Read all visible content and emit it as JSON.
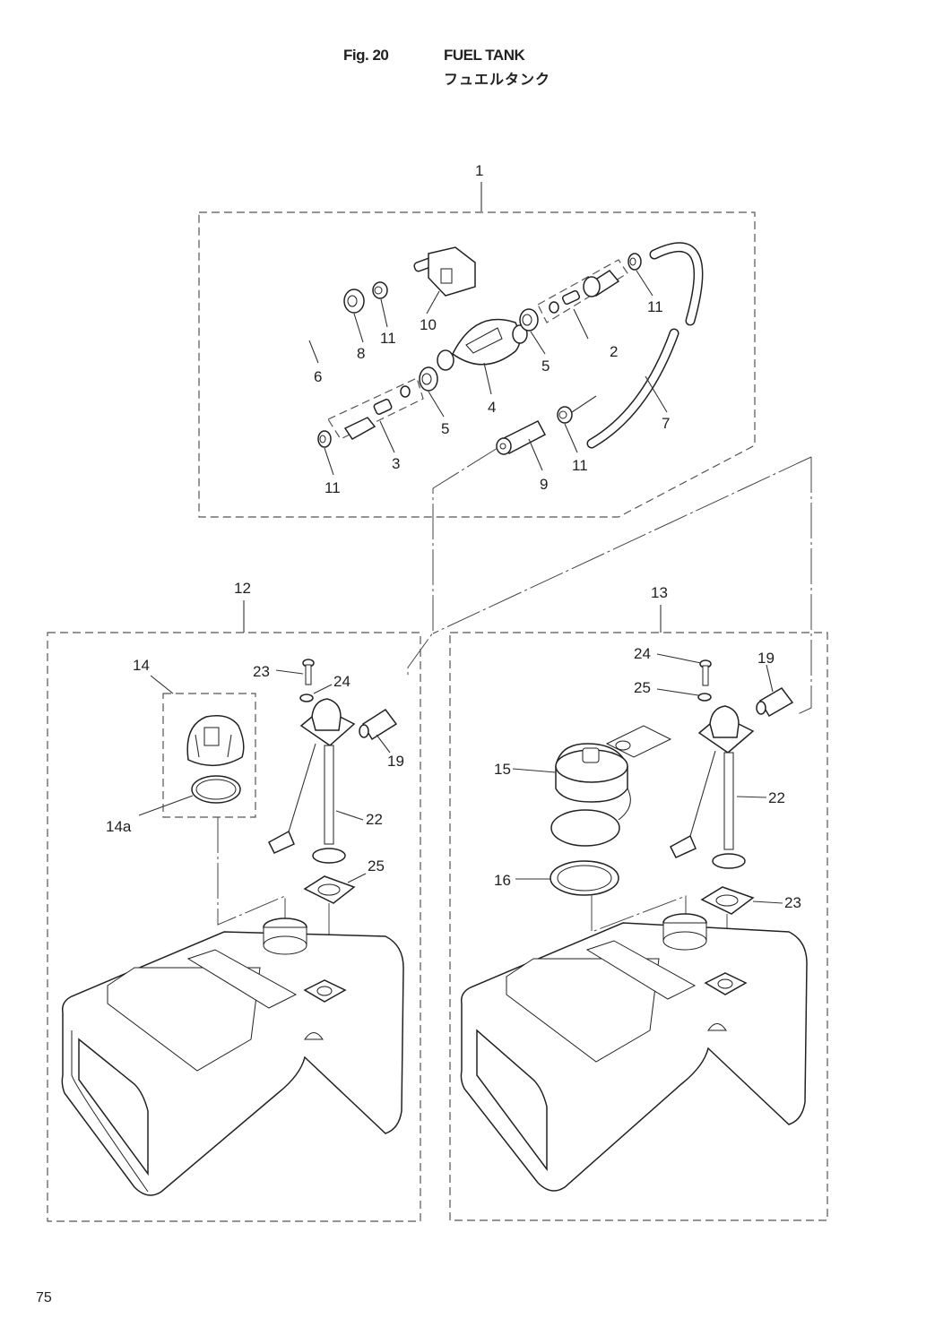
{
  "header": {
    "figure_number": "Fig. 20",
    "title": "FUEL TANK",
    "title_jp": "フュエルタンク"
  },
  "page_number": "75",
  "groups": {
    "fuel_line_assembly": "1",
    "tank_assembly_left": "12",
    "tank_assembly_right": "13",
    "cap_assembly_left": "14"
  },
  "callouts": {
    "fuel_line": [
      {
        "id": "2"
      },
      {
        "id": "3"
      },
      {
        "id": "4"
      },
      {
        "id": "5"
      },
      {
        "id": "5"
      },
      {
        "id": "6"
      },
      {
        "id": "7"
      },
      {
        "id": "8"
      },
      {
        "id": "9"
      },
      {
        "id": "10"
      },
      {
        "id": "11"
      },
      {
        "id": "11"
      },
      {
        "id": "11"
      },
      {
        "id": "11"
      }
    ],
    "left_tank": [
      {
        "id": "14a"
      },
      {
        "id": "19"
      },
      {
        "id": "22"
      },
      {
        "id": "23"
      },
      {
        "id": "24"
      },
      {
        "id": "25"
      }
    ],
    "right_tank": [
      {
        "id": "15"
      },
      {
        "id": "16"
      },
      {
        "id": "19"
      },
      {
        "id": "22"
      },
      {
        "id": "23"
      },
      {
        "id": "24"
      },
      {
        "id": "25"
      }
    ]
  }
}
